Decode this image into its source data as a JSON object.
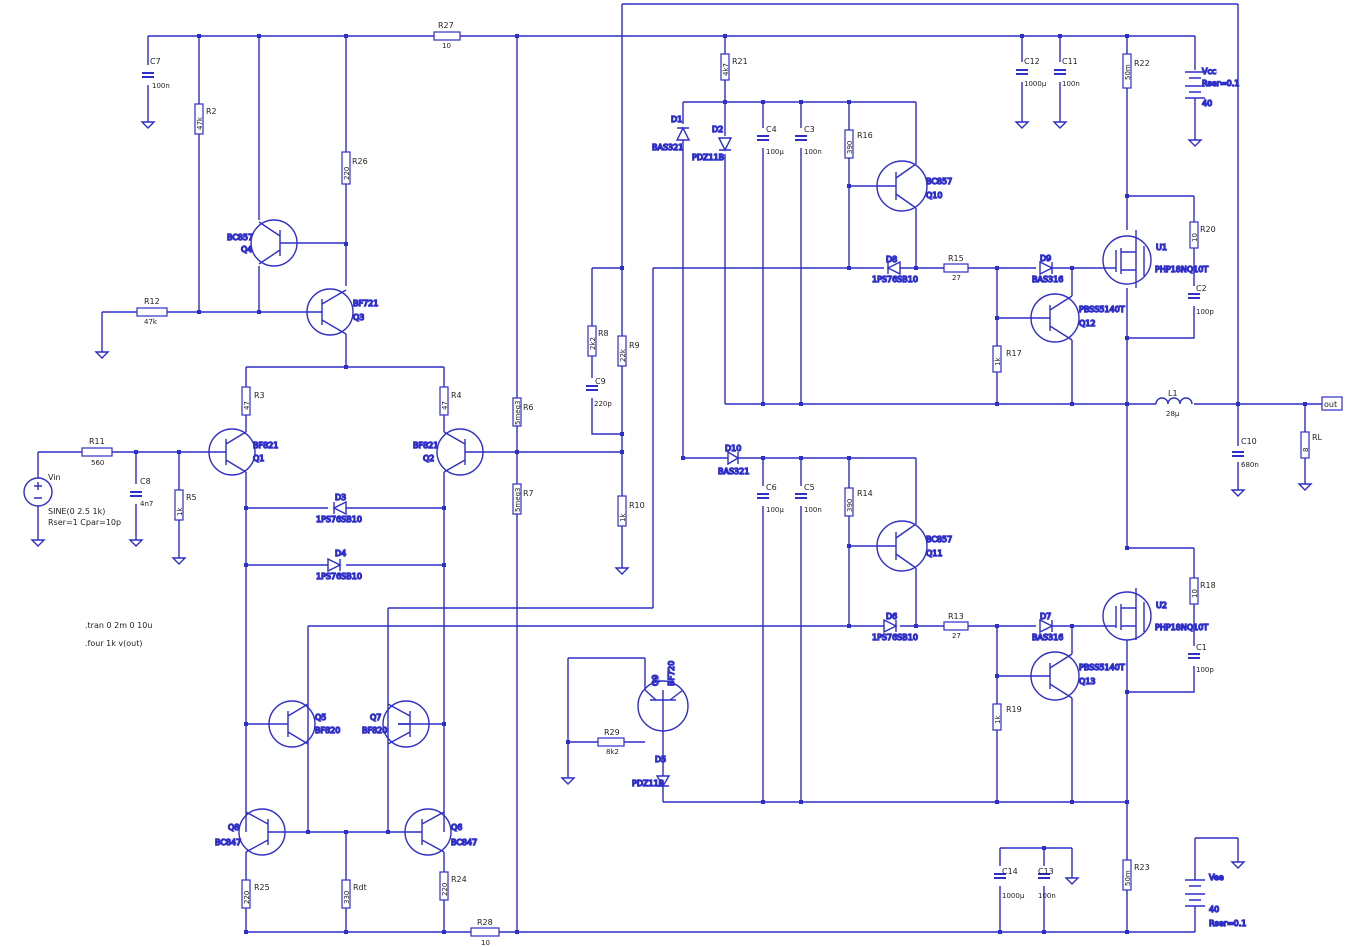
{
  "resistors": [
    {
      "id": "R27",
      "name": "R27",
      "value": "10"
    },
    {
      "id": "R2",
      "name": "R2",
      "value": "47k"
    },
    {
      "id": "R26",
      "name": "R26",
      "value": "220"
    },
    {
      "id": "R12",
      "name": "R12",
      "value": "47k"
    },
    {
      "id": "R3",
      "name": "R3",
      "value": "47"
    },
    {
      "id": "R4",
      "name": "R4",
      "value": "47"
    },
    {
      "id": "R11",
      "name": "R11",
      "value": "560"
    },
    {
      "id": "R5",
      "name": "R5",
      "value": "1k"
    },
    {
      "id": "R6",
      "name": "R6",
      "value": "5meg3"
    },
    {
      "id": "R7",
      "name": "R7",
      "value": "5meg3"
    },
    {
      "id": "R8",
      "name": "R8",
      "value": "2k2"
    },
    {
      "id": "R9",
      "name": "R9",
      "value": "22k"
    },
    {
      "id": "R10",
      "name": "R10",
      "value": "1k"
    },
    {
      "id": "R21",
      "name": "R21",
      "value": "4k7"
    },
    {
      "id": "R16",
      "name": "R16",
      "value": "390"
    },
    {
      "id": "R14",
      "name": "R14",
      "value": "390"
    },
    {
      "id": "R15",
      "name": "R15",
      "value": "27"
    },
    {
      "id": "R13",
      "name": "R13",
      "value": "27"
    },
    {
      "id": "R17",
      "name": "R17",
      "value": "1k"
    },
    {
      "id": "R19",
      "name": "R19",
      "value": "1k"
    },
    {
      "id": "R20",
      "name": "R20",
      "value": "10"
    },
    {
      "id": "R18",
      "name": "R18",
      "value": "10"
    },
    {
      "id": "R22",
      "name": "R22",
      "value": "50m"
    },
    {
      "id": "R23",
      "name": "R23",
      "value": "50m"
    },
    {
      "id": "R25",
      "name": "R25",
      "value": "220"
    },
    {
      "id": "Rdt",
      "name": "Rdt",
      "value": "330"
    },
    {
      "id": "R24",
      "name": "R24",
      "value": "220"
    },
    {
      "id": "R28",
      "name": "R28",
      "value": "10"
    },
    {
      "id": "R29",
      "name": "R29",
      "value": "8k2"
    },
    {
      "id": "RL",
      "name": "RL",
      "value": "8"
    }
  ],
  "capacitors": [
    {
      "id": "C7",
      "name": "C7",
      "value": "100n"
    },
    {
      "id": "C8",
      "name": "C8",
      "value": "4n7"
    },
    {
      "id": "C9",
      "name": "C9",
      "value": "220p"
    },
    {
      "id": "C4",
      "name": "C4",
      "value": "100µ"
    },
    {
      "id": "C3",
      "name": "C3",
      "value": "100n"
    },
    {
      "id": "C6",
      "name": "C6",
      "value": "100µ"
    },
    {
      "id": "C5",
      "name": "C5",
      "value": "100n"
    },
    {
      "id": "C12",
      "name": "C12",
      "value": "1000µ"
    },
    {
      "id": "C11",
      "name": "C11",
      "value": "100n"
    },
    {
      "id": "C2",
      "name": "C2",
      "value": "100p"
    },
    {
      "id": "C1",
      "name": "C1",
      "value": "100p"
    },
    {
      "id": "C10",
      "name": "C10",
      "value": "680n"
    },
    {
      "id": "C14",
      "name": "C14",
      "value": "1000µ"
    },
    {
      "id": "C13",
      "name": "C13",
      "value": "100n"
    }
  ],
  "transistors": [
    {
      "id": "Q4",
      "name": "Q4",
      "part": "BC857"
    },
    {
      "id": "Q3",
      "name": "Q3",
      "part": "BF721"
    },
    {
      "id": "Q1",
      "name": "Q1",
      "part": "BF821"
    },
    {
      "id": "Q2",
      "name": "Q2",
      "part": "BF821"
    },
    {
      "id": "Q5",
      "name": "Q5",
      "part": "BF820"
    },
    {
      "id": "Q7",
      "name": "Q7",
      "part": "BF820"
    },
    {
      "id": "Q8",
      "name": "Q8",
      "part": "BC847"
    },
    {
      "id": "Q6",
      "name": "Q6",
      "part": "BC847"
    },
    {
      "id": "Q9",
      "name": "Q9",
      "part": "BF720"
    },
    {
      "id": "Q10",
      "name": "Q10",
      "part": "BC857"
    },
    {
      "id": "Q11",
      "name": "Q11",
      "part": "BC857"
    },
    {
      "id": "Q12",
      "name": "Q12",
      "part": "PBSS5140T"
    },
    {
      "id": "Q13",
      "name": "Q13",
      "part": "PBSS5140T"
    },
    {
      "id": "U1",
      "name": "U1",
      "part": "PHP18NQ10T"
    },
    {
      "id": "U2",
      "name": "U2",
      "part": "PHP18NQ10T"
    }
  ],
  "diodes": [
    {
      "id": "D1",
      "name": "D1",
      "part": "BAS321"
    },
    {
      "id": "D2",
      "name": "D2",
      "part": "PDZ11B"
    },
    {
      "id": "D10",
      "name": "D10",
      "part": "BAS321"
    },
    {
      "id": "D5",
      "name": "D5",
      "part": "PDZ11B"
    },
    {
      "id": "D3",
      "name": "D3",
      "part": "1PS76SB10"
    },
    {
      "id": "D4",
      "name": "D4",
      "part": "1PS76SB10"
    },
    {
      "id": "D6",
      "name": "D6",
      "part": "1PS76SB10"
    },
    {
      "id": "D8",
      "name": "D8",
      "part": "1PS76SB10"
    },
    {
      "id": "D9",
      "name": "D9",
      "part": "BAS316"
    },
    {
      "id": "D7",
      "name": "D7",
      "part": "BAS316"
    }
  ],
  "inductor": {
    "name": "L1",
    "value": "28µ"
  },
  "sources": {
    "vin": {
      "name": "Vin",
      "line1": "SINE(0 2.5 1k)",
      "line2": "Rser=1 Cpar=10p"
    },
    "vcc": {
      "name": "Vcc",
      "line1": "Rser=0.1",
      "line2": "40"
    },
    "vee": {
      "name": "Vee",
      "line1": "40",
      "line2": "Rser=0.1"
    }
  },
  "directives": {
    "tran": ".tran 0 2m 0 10u",
    "four": ".four 1k v(out)"
  },
  "output_label": "out"
}
